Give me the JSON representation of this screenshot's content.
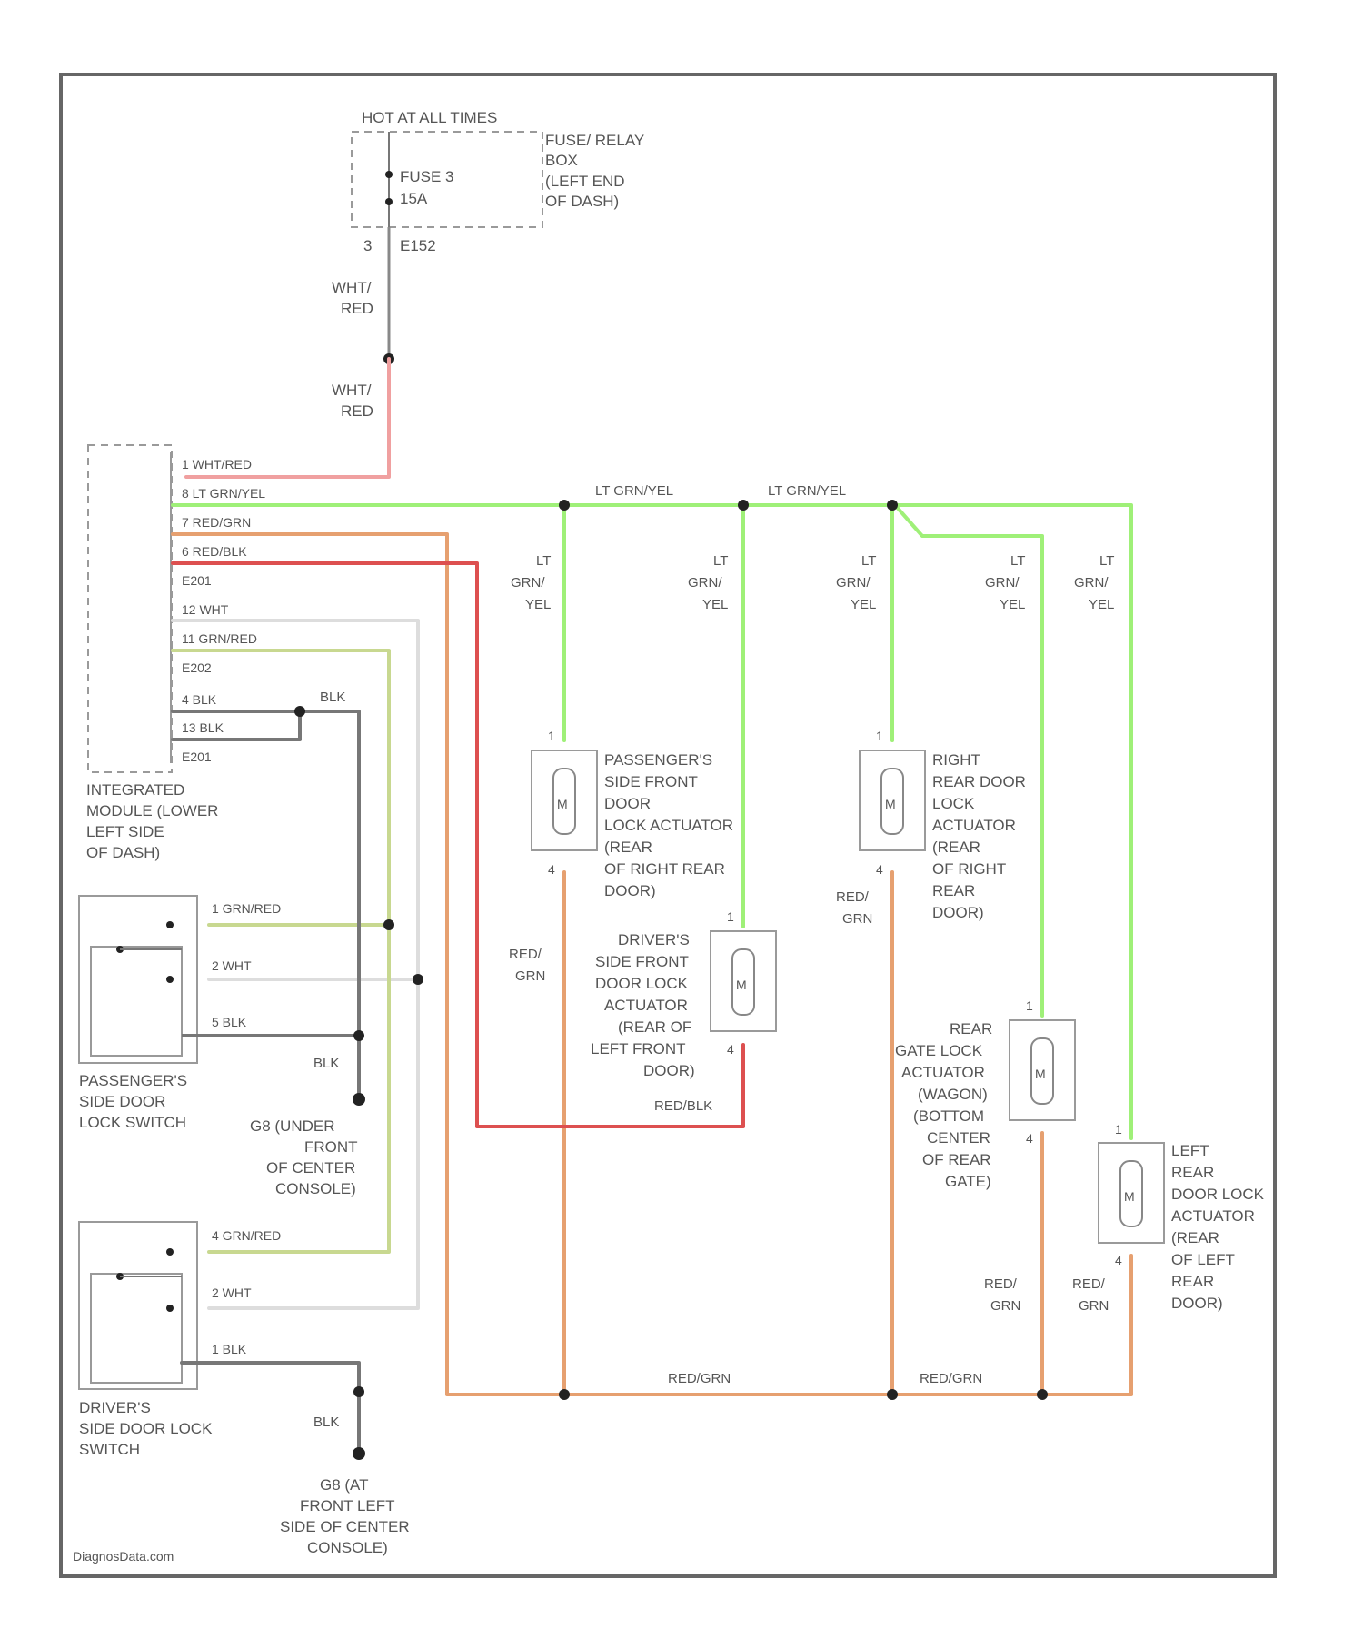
{
  "colors": {
    "wht_red": "#f0a0a0",
    "lt_grn_yel": "#9ff078",
    "red_grn": "#e6a070",
    "red_blk": "#dd5050",
    "wht": "#dddddd",
    "grn_red": "#c8d890",
    "blk": "#777777",
    "frame": "#666666"
  },
  "fuse_box": {
    "hot_label": "HOT AT ALL TIMES",
    "fuse_name": "FUSE 3",
    "fuse_rating": "15A",
    "box_desc": [
      "FUSE/ RELAY",
      "BOX",
      "(LEFT END",
      "OF DASH)"
    ],
    "pin": "3",
    "connector": "E152"
  },
  "module": {
    "desc": [
      "INTEGRATED",
      "MODULE (LOWER",
      "LEFT SIDE",
      "OF DASH)"
    ],
    "conn_1": "E201",
    "conn_2": "E202",
    "conn_3": "E201",
    "pins": [
      {
        "label": "1  WHT/RED"
      },
      {
        "label": "8  LT GRN/YEL"
      },
      {
        "label": "7  RED/GRN"
      },
      {
        "label": "6  RED/BLK"
      },
      {
        "label": "12  WHT"
      },
      {
        "label": "11  GRN/RED"
      },
      {
        "label": "4  BLK"
      },
      {
        "label": "13  BLK"
      }
    ]
  },
  "wire_labels": {
    "wht_red_1": [
      "WHT/",
      "RED"
    ],
    "wht_red_2": [
      "WHT/",
      "RED"
    ],
    "lt_grn_yel_bus": [
      "LT GRN/YEL",
      "LT GRN/YEL"
    ],
    "lt_grn_yel_drop": [
      "LT",
      "GRN/",
      "YEL"
    ],
    "blk": "BLK",
    "red_grn_drop": [
      "RED/",
      "GRN"
    ],
    "red_blk": "RED/BLK",
    "red_grn_bus": [
      "RED/GRN",
      "RED/GRN"
    ]
  },
  "actuators": [
    {
      "id": "passenger-front",
      "pin_top": "1",
      "pin_bottom": "4",
      "motor": "M",
      "desc": [
        "PASSENGER'S",
        "SIDE FRONT",
        "DOOR",
        "LOCK ACTUATOR",
        "(REAR",
        "OF RIGHT REAR",
        "DOOR)"
      ]
    },
    {
      "id": "driver-front",
      "pin_top": "1",
      "pin_bottom": "4",
      "motor": "M",
      "desc": [
        "DRIVER'S",
        "SIDE FRONT",
        "DOOR LOCK",
        "ACTUATOR",
        "(REAR OF",
        "LEFT FRONT",
        "DOOR)"
      ]
    },
    {
      "id": "right-rear",
      "pin_top": "1",
      "pin_bottom": "4",
      "motor": "M",
      "desc": [
        "RIGHT",
        "REAR DOOR",
        "LOCK",
        "ACTUATOR",
        "(REAR",
        "OF RIGHT",
        "REAR",
        "DOOR)"
      ]
    },
    {
      "id": "rear-gate",
      "pin_top": "1",
      "pin_bottom": "4",
      "motor": "M",
      "desc": [
        "REAR",
        "GATE LOCK",
        "ACTUATOR",
        "(WAGON)",
        "(BOTTOM",
        "CENTER",
        "OF REAR",
        "GATE)"
      ]
    },
    {
      "id": "left-rear",
      "pin_top": "1",
      "pin_bottom": "4",
      "motor": "M",
      "desc": [
        "LEFT",
        "REAR",
        "DOOR LOCK",
        "ACTUATOR",
        "(REAR",
        "OF LEFT",
        "REAR",
        "DOOR)"
      ]
    }
  ],
  "switches": [
    {
      "id": "passenger-switch",
      "pins": [
        {
          "label": "1  GRN/RED"
        },
        {
          "label": "2  WHT"
        },
        {
          "label": "5  BLK"
        }
      ],
      "desc": [
        "PASSENGER'S",
        "SIDE DOOR",
        "LOCK SWITCH"
      ],
      "ground_wire": "BLK",
      "ground_desc": [
        "G8 (UNDER",
        "FRONT",
        "OF CENTER",
        "CONSOLE)"
      ]
    },
    {
      "id": "driver-switch",
      "pins": [
        {
          "label": "4  GRN/RED"
        },
        {
          "label": "2  WHT"
        },
        {
          "label": "1  BLK"
        }
      ],
      "desc": [
        "DRIVER'S",
        "SIDE DOOR LOCK",
        "SWITCH"
      ],
      "ground_wire": "BLK",
      "ground_desc": [
        "G8 (AT",
        "FRONT LEFT",
        "SIDE OF CENTER",
        "CONSOLE)"
      ]
    }
  ],
  "watermark": "DiagnosData.com"
}
